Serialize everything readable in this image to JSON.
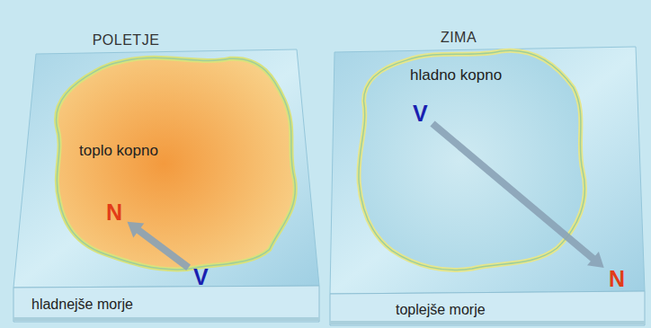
{
  "diagram": {
    "nodes": [
      {
        "text": [
          "POLETJE",
          "hladnejše morje"
        ]
      },
      {
        "text": [
          "toplo kopno"
        ],
        "in": 0
      },
      {
        "text": [
          "N"
        ],
        "in": 1
      },
      {
        "text": [
          "V"
        ],
        "in": 0
      },
      {
        "text": [
          "ZIMA",
          "toplejše morje"
        ]
      },
      {
        "text": [
          "hladno kopno"
        ],
        "in": 4
      },
      {
        "text": [
          "V"
        ],
        "in": 5
      },
      {
        "text": [
          "N"
        ],
        "in": 4
      }
    ],
    "edges": [
      {
        "from": 3,
        "to": 2,
        "arrow": "to"
      },
      {
        "from": 6,
        "to": 7,
        "arrow": "to"
      }
    ]
  }
}
